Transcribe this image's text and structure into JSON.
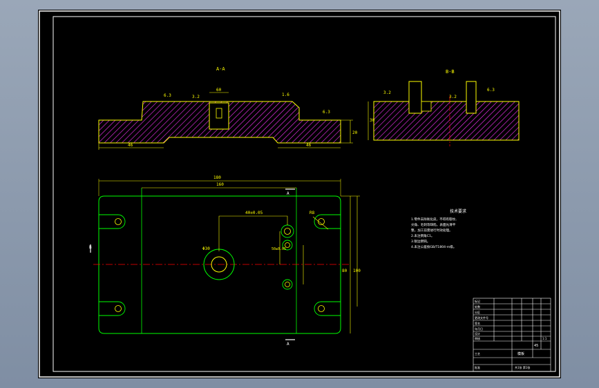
{
  "drawing": {
    "section_a_label": "A-A",
    "section_b_label": "B-B",
    "tech_title": "技术要求",
    "tech_notes": [
      "1.零件去除氧化皮，不得有裂纹、",
      "  尖角、毛刺等缺陷，表面光滑平",
      "  整，加工前需进行时效处理。",
      "2.未注倒角C1。",
      "3.锐边倒钝。",
      "4.未注公差按GB/T1804-m级。"
    ],
    "dims": {
      "overall_width": "180",
      "inner_width": "160",
      "a_left": "46",
      "a_right": "46",
      "a_top": "60",
      "a_height": "20",
      "b_height": "30",
      "hole_offset": "40±0.05",
      "bore": "Φ30",
      "right_h1": "80",
      "right_h2": "100",
      "hole_pitch": "50±0.05",
      "slot_r": "R8",
      "roughness_1": "6.3",
      "roughness_2": "3.2",
      "roughness_3": "1.6",
      "side_mark_left": "B",
      "section_mark_top": "A",
      "section_mark_bottom": "A"
    },
    "title_block": {
      "rows": [
        "标记",
        "处数",
        "分区",
        "更改文件号",
        "签名",
        "年月日",
        "设计",
        "审核",
        "工艺",
        "批准"
      ],
      "part_name": "模板",
      "material": "45",
      "scale": "1:1",
      "sheet": "共1张 第1张"
    }
  },
  "colors": {
    "outline": "#ffff00",
    "frame": "#ffffff",
    "green": "#00ff00",
    "hatch": "#ff00ff",
    "center": "#ff0000",
    "dim": "#ffff00"
  }
}
